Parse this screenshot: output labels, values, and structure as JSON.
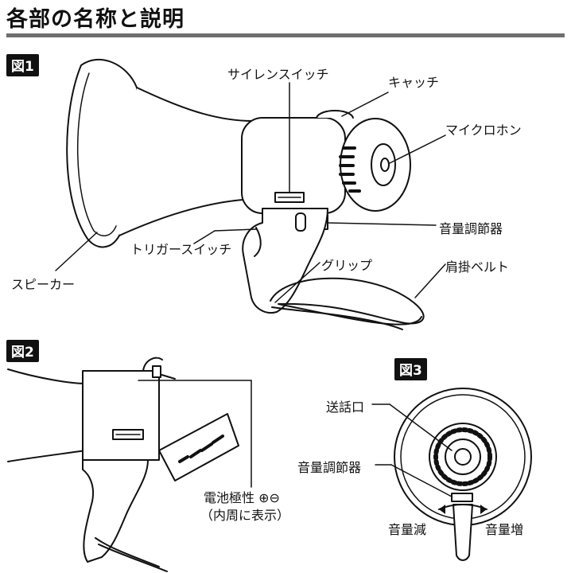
{
  "title": "各部の名称と説明",
  "figures": {
    "fig1": {
      "badge": "図1",
      "labels": {
        "siren": "サイレンスイッチ",
        "catch": "キャッチ",
        "mic": "マイクロホン",
        "volume": "音量調節器",
        "trigger": "トリガースイッチ",
        "grip": "グリップ",
        "belt": "肩掛ベルト",
        "speaker": "スピーカー"
      }
    },
    "fig2": {
      "badge": "図2",
      "labels": {
        "polarity": "電池極性 ⊕⊖",
        "polarity_note": "（内周に表示）"
      }
    },
    "fig3": {
      "badge": "図3",
      "labels": {
        "mouthpiece": "送話口",
        "volume": "音量調節器",
        "decrease": "音量減",
        "increase": "音量増"
      }
    }
  }
}
